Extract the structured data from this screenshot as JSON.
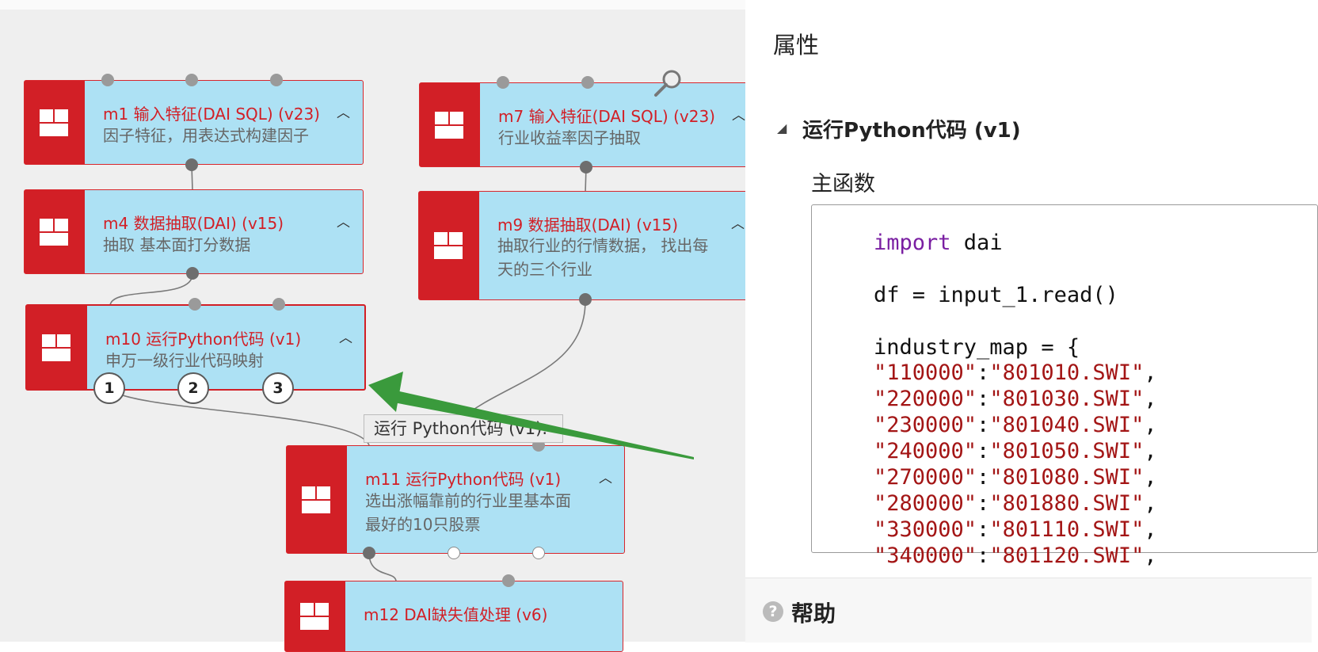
{
  "canvas": {
    "nodes": [
      {
        "id": "m1",
        "title": "m1 输入特征(DAI SQL) (v23)",
        "desc": [
          "因子特征，用表达式构建因子"
        ]
      },
      {
        "id": "m4",
        "title": "m4 数据抽取(DAI) (v15)",
        "desc": [
          "抽取 基本面打分数据"
        ]
      },
      {
        "id": "m10",
        "title": "m10 运行Python代码 (v1)",
        "desc": [
          "申万一级行业代码映射"
        ],
        "ports": [
          "1",
          "2",
          "3"
        ]
      },
      {
        "id": "m7",
        "title": "m7 输入特征(DAI SQL) (v23)",
        "desc": [
          "行业收益率因子抽取"
        ]
      },
      {
        "id": "m9",
        "title": "m9 数据抽取(DAI) (v15)",
        "desc": [
          "抽取行业的行情数据， 找出每",
          "天的三个行业"
        ]
      },
      {
        "id": "m11",
        "title": "m11 运行Python代码 (v1)",
        "desc": [
          "选出涨幅靠前的行业里基本面",
          "最好的10只股票"
        ]
      },
      {
        "id": "m12",
        "title": "m12 DAI缺失值处理 (v6)",
        "desc": []
      }
    ],
    "tooltip": "运行 Python代码 (v1).",
    "colors": {
      "node_fill": "#ade1f4",
      "node_accent": "#d21f26",
      "arrow": "#3a9a3c",
      "canvas_bg": "#efefef"
    }
  },
  "panel": {
    "heading": "属性",
    "section_title": "运行Python代码 (v1)",
    "field_label": "主函数",
    "code": {
      "import_keyword": "import",
      "import_rest": " dai",
      "line2": "df = input_1.read()",
      "line3": "industry_map = {",
      "map_entries": [
        {
          "k": "\"110000\"",
          "v": "\"801010.SWI\""
        },
        {
          "k": "\"220000\"",
          "v": "\"801030.SWI\""
        },
        {
          "k": "\"230000\"",
          "v": "\"801040.SWI\""
        },
        {
          "k": "\"240000\"",
          "v": "\"801050.SWI\""
        },
        {
          "k": "\"270000\"",
          "v": "\"801080.SWI\""
        },
        {
          "k": "\"280000\"",
          "v": "\"801880.SWI\""
        },
        {
          "k": "\"330000\"",
          "v": "\"801110.SWI\""
        },
        {
          "k": "\"340000\"",
          "v": "\"801120.SWI\""
        }
      ]
    },
    "help_icon": "?",
    "help_label": "帮助"
  }
}
